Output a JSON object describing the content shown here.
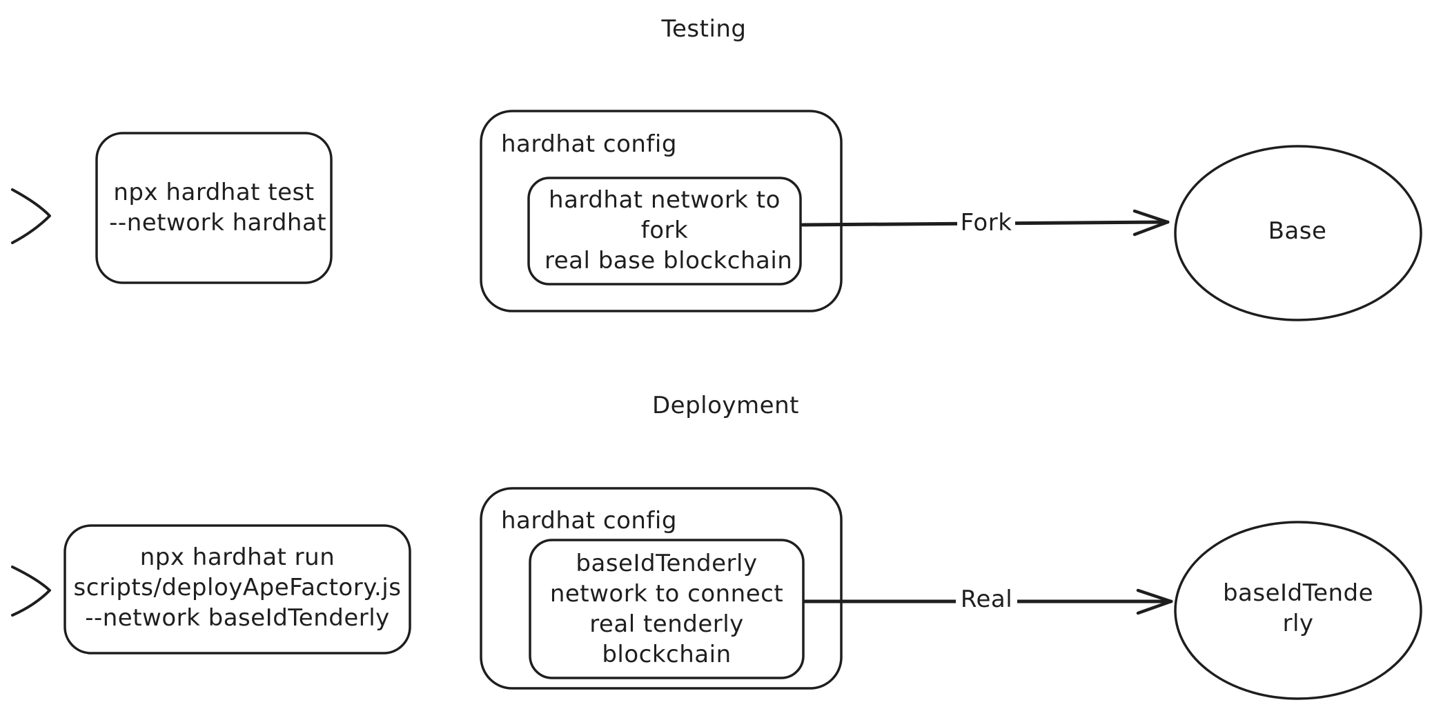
{
  "sections": {
    "testing": {
      "title": "Testing",
      "command": "npx hardhat test\n --network hardhat",
      "config_label": "hardhat config",
      "network_box": "hardhat network to\nfork\n real base blockchain",
      "edge_label": "Fork",
      "target": "Base"
    },
    "deployment": {
      "title": "Deployment",
      "command": "npx hardhat run\nscripts/deployApeFactory.js\n--network baseIdTenderly",
      "config_label": "hardhat config",
      "network_box": "baseIdTenderly\nnetwork to connect\nreal tenderly\nblockchain",
      "edge_label": "Real",
      "target": "baseIdTende\nrly"
    }
  },
  "colors": {
    "stroke": "#1e1e1e",
    "background": "#ffffff"
  }
}
